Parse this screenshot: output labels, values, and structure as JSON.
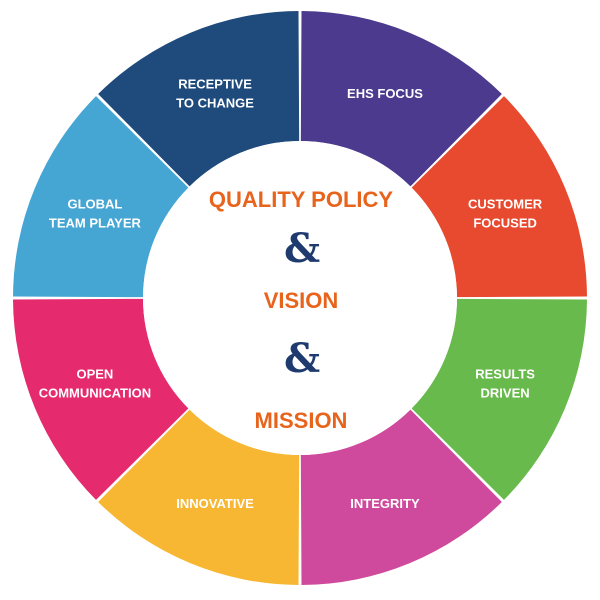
{
  "segments": [
    {
      "id": "ehs-focus",
      "lines": [
        "EHS FOCUS"
      ],
      "color": "#4c3a8e"
    },
    {
      "id": "customer-focused",
      "lines": [
        "CUSTOMER",
        "FOCUSED"
      ],
      "color": "#e84a2f"
    },
    {
      "id": "results-driven",
      "lines": [
        "RESULTS",
        "DRIVEN"
      ],
      "color": "#69ba4d"
    },
    {
      "id": "integrity",
      "lines": [
        "INTEGRITY"
      ],
      "color": "#cf4a9d"
    },
    {
      "id": "innovative",
      "lines": [
        "INNOVATIVE"
      ],
      "color": "#f7b733"
    },
    {
      "id": "open-communication",
      "lines": [
        "OPEN",
        "COMMUNICATION"
      ],
      "color": "#e52a6e"
    },
    {
      "id": "global-team-player",
      "lines": [
        "GLOBAL",
        "TEAM PLAYER"
      ],
      "color": "#46a6d3"
    },
    {
      "id": "receptive-to-change",
      "lines": [
        "RECEPTIVE",
        "TO CHANGE"
      ],
      "color": "#1f4a7c"
    }
  ],
  "center": {
    "title": "QUALITY POLICY",
    "amp1": "&",
    "vision": "VISION",
    "amp2": "&",
    "mission": "MISSION"
  },
  "colors": {
    "title_orange": "#e8631c",
    "ampersand_navy": "#1f3a6e"
  }
}
